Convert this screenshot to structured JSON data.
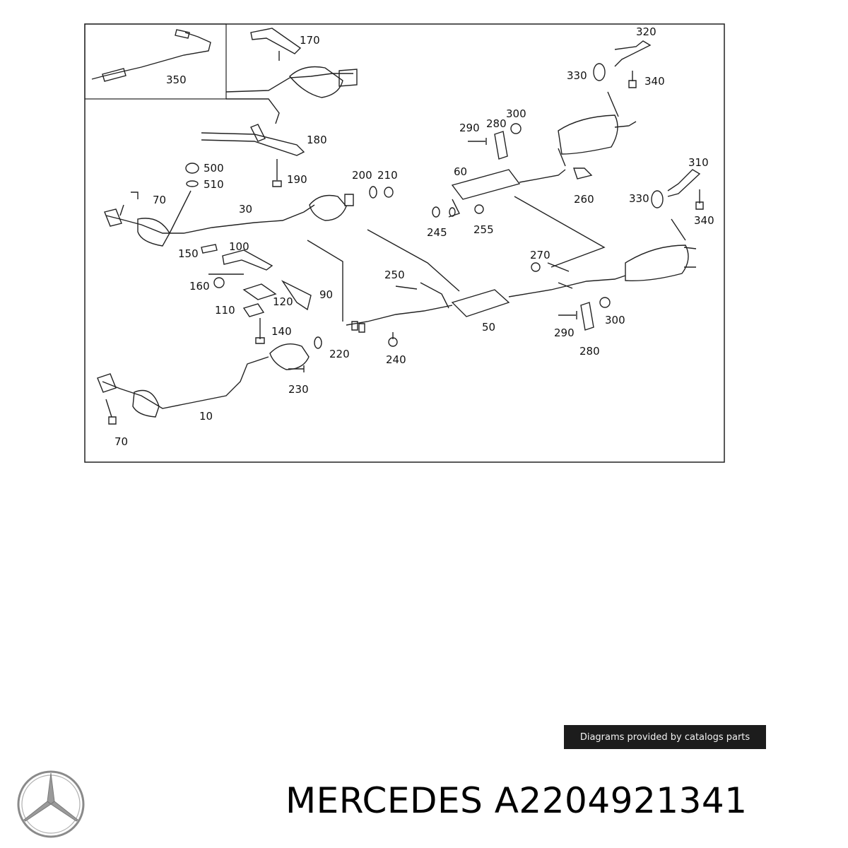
{
  "diagram": {
    "callouts": {
      "c10": "10",
      "c30": "30",
      "c50": "50",
      "c60": "60",
      "c70a": "70",
      "c70b": "70",
      "c90": "90",
      "c100": "100",
      "c110": "110",
      "c120": "120",
      "c140": "140",
      "c150": "150",
      "c160": "160",
      "c170": "170",
      "c180": "180",
      "c190": "190",
      "c200": "200",
      "c210": "210",
      "c220": "220",
      "c230": "230",
      "c240": "240",
      "c245": "245",
      "c250": "250",
      "c255": "255",
      "c260": "260",
      "c270": "270",
      "c280a": "280",
      "c280b": "280",
      "c290a": "290",
      "c290b": "290",
      "c300a": "300",
      "c300b": "300",
      "c310": "310",
      "c320": "320",
      "c330a": "330",
      "c330b": "330",
      "c340a": "340",
      "c340b": "340",
      "c350": "350",
      "c500": "500",
      "c510": "510"
    }
  },
  "credit": "Diagrams provided by catalogs parts",
  "brand": "MERCEDES",
  "part_number": "A2204921341",
  "title_line": "MERCEDES A2204921341",
  "colors": {
    "line": "#222222",
    "badge_bg": "#1c1c1c",
    "logo": "#8a8a8a"
  },
  "icons": {
    "logo": "mercedes-star-logo-icon"
  }
}
